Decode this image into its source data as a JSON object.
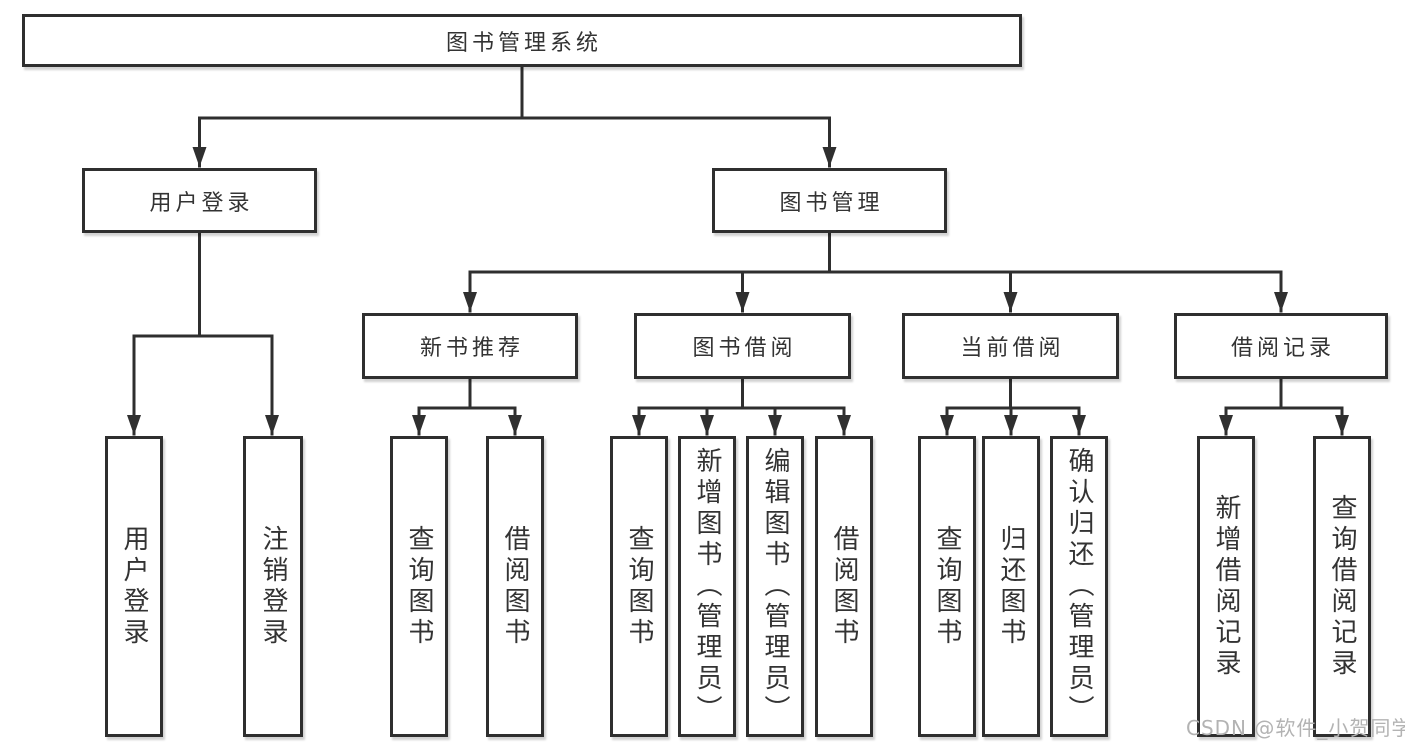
{
  "diagram": {
    "title": "图书管理系统",
    "level2": [
      {
        "label": "用户登录"
      },
      {
        "label": "图书管理"
      }
    ],
    "level3": [
      {
        "label": "新书推荐"
      },
      {
        "label": "图书借阅"
      },
      {
        "label": "当前借阅"
      },
      {
        "label": "借阅记录"
      }
    ],
    "leaves": [
      {
        "label": "用户登录"
      },
      {
        "label": "注销登录"
      },
      {
        "label": "查询图书"
      },
      {
        "label": "借阅图书"
      },
      {
        "label": "查询图书"
      },
      {
        "label": "新增图书（管理员）"
      },
      {
        "label": "编辑图书（管理员）"
      },
      {
        "label": "借阅图书"
      },
      {
        "label": "查询图书"
      },
      {
        "label": "归还图书"
      },
      {
        "label": "确认归还（管理员）"
      },
      {
        "label": "新增借阅记录"
      },
      {
        "label": "查询借阅记录"
      }
    ]
  },
  "watermark": "CSDN @软件_小贺同学",
  "colors": {
    "line": "#2f2f2f",
    "box_border": "#2f2f2f",
    "box_fill": "#ffffff",
    "text": "#333333",
    "watermark": "#b3b3b3",
    "background": "#ffffff"
  }
}
